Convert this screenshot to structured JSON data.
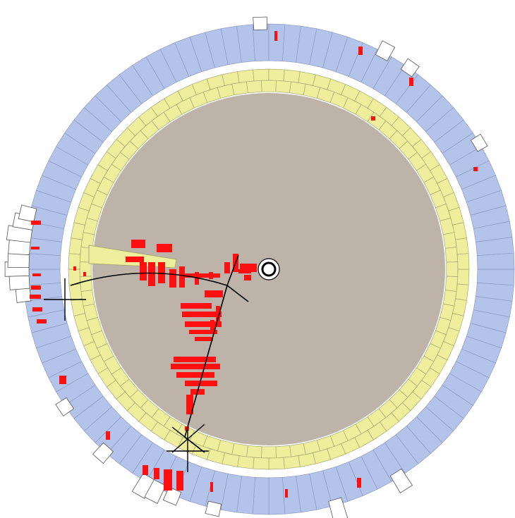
{
  "colors": {
    "background": "#ffffff",
    "outer_ring_fill": "#b4c3e9",
    "outer_ring_stroke": "#8c9bc4",
    "inner_ring_fill": "#eeee9c",
    "inner_ring_stroke": "#a8a870",
    "core_fill": "#bdb3a8",
    "hit": "#ff1010",
    "track": "#000000",
    "vertex_marker": "#000000"
  },
  "detector": {
    "outer_ring_segments": 96,
    "inner_ring_segments": 80,
    "inner_ring_layers": 2
  },
  "icons": {
    "vertex": "beam-axis-icon",
    "tower": "calorimeter-tower-icon",
    "cross": "track-crosshair-icon"
  }
}
